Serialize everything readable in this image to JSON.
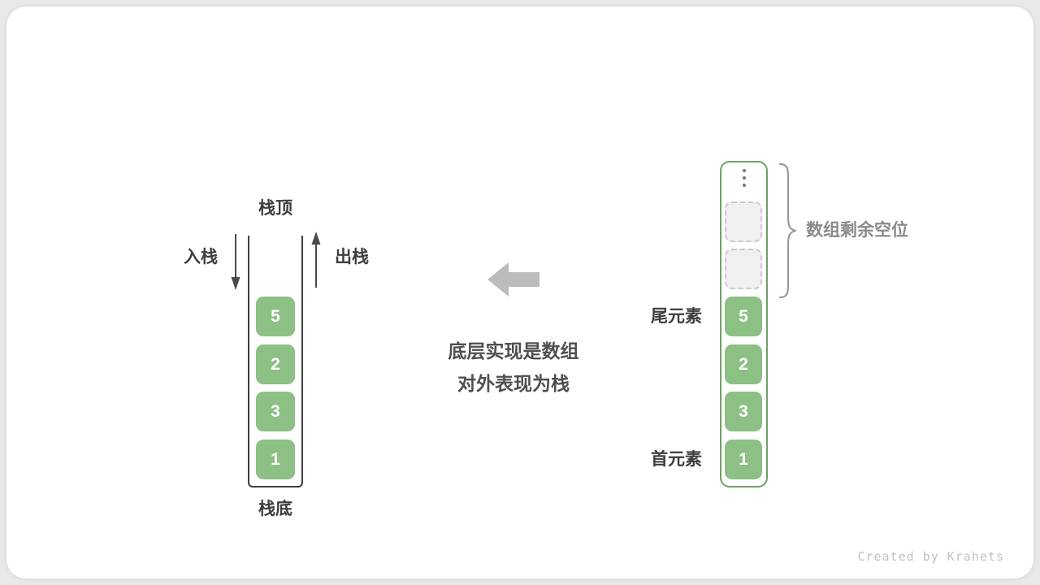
{
  "colors": {
    "cell_green": "#8CC084",
    "array_border_green": "#6FA066",
    "empty_cell_bg": "#F0F0F0",
    "empty_cell_border": "#C9C9C9",
    "dark_text": "#3D3D3D",
    "gray_text": "#8A8A8A",
    "block_arrow_gray": "#BCBCBC",
    "thin_arrow": "#4A4A4A",
    "brace_gray": "#9A9A9A"
  },
  "left_stack": {
    "top_label": "栈顶",
    "bottom_label": "栈底",
    "push_label": "入栈",
    "pop_label": "出栈",
    "values": [
      "5",
      "2",
      "3",
      "1"
    ]
  },
  "center_note": {
    "line1": "底层实现是数组",
    "line2": "对外表现为栈"
  },
  "right_array": {
    "tail_label": "尾元素",
    "head_label": "首元素",
    "remaining_label": "数组剩余空位",
    "values": [
      "5",
      "2",
      "3",
      "1"
    ],
    "empty_slot_count": 2
  },
  "footer": {
    "credit": "Created by Krahets"
  }
}
